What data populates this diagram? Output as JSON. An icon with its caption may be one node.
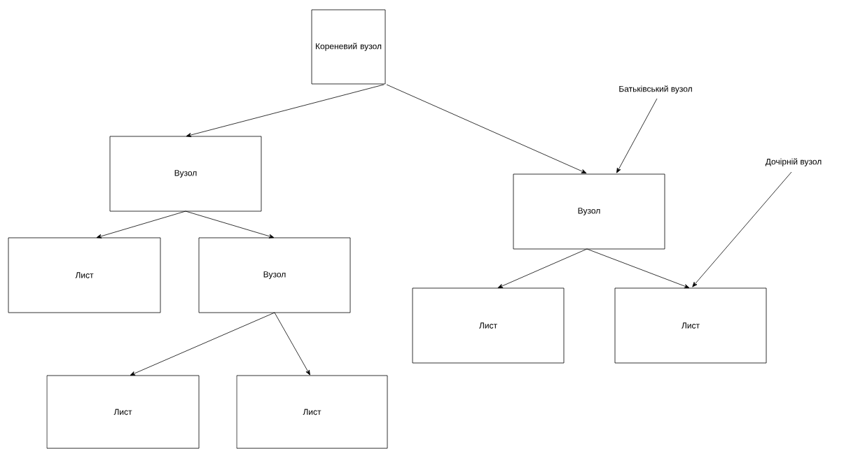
{
  "diagram": {
    "nodes": [
      {
        "text": [
          "Кореневий вузол"
        ]
      },
      {
        "text": [
          "Вузол"
        ]
      },
      {
        "text": [
          "Вузол"
        ]
      },
      {
        "text": [
          "Лист"
        ]
      },
      {
        "text": [
          "Вузол"
        ]
      },
      {
        "text": [
          "Лист"
        ]
      },
      {
        "text": [
          "Лист"
        ]
      },
      {
        "text": [
          "Лист"
        ]
      },
      {
        "text": [
          "Лист"
        ]
      },
      {
        "text": [
          "Батьківський вузол"
        ]
      },
      {
        "text": [
          "Дочірній вузол"
        ]
      }
    ],
    "edges": [
      {
        "from": 0,
        "to": 1,
        "arrow": "to"
      },
      {
        "from": 0,
        "to": 2,
        "arrow": "to"
      },
      {
        "from": 1,
        "to": 3,
        "arrow": "to"
      },
      {
        "from": 1,
        "to": 4,
        "arrow": "to"
      },
      {
        "from": 4,
        "to": 7,
        "arrow": "to"
      },
      {
        "from": 4,
        "to": 8,
        "arrow": "to"
      },
      {
        "from": 2,
        "to": 5,
        "arrow": "to"
      },
      {
        "from": 2,
        "to": 6,
        "arrow": "to"
      },
      {
        "from": 9,
        "to": 2,
        "arrow": "to"
      },
      {
        "from": 10,
        "to": 6,
        "arrow": "to"
      }
    ]
  }
}
